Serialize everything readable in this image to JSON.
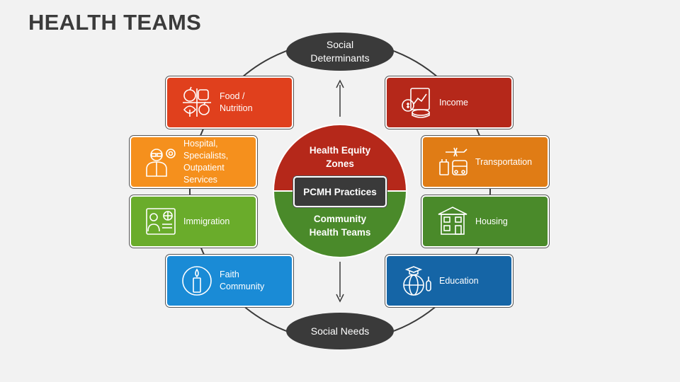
{
  "title": "HEALTH TEAMS",
  "top_oval": "Social\nDeterminants",
  "bottom_oval": "Social Needs",
  "center": {
    "top_label": "Health Equity\nZones",
    "badge": "PCMH Practices",
    "bottom_label": "Community\nHealth Teams",
    "top_color": "#b5281a",
    "bottom_color": "#4a8a2a"
  },
  "left_boxes": [
    {
      "label": "Food /\nNutrition",
      "color": "#e0401d",
      "icon": "food-nutrition-icon"
    },
    {
      "label": "Hospital, Specialists,\nOutpatient Services",
      "color": "#f5901d",
      "icon": "doctor-icon"
    },
    {
      "label": "Immigration",
      "color": "#6aac2b",
      "icon": "immigration-icon"
    },
    {
      "label": "Faith\nCommunity",
      "color": "#1a8bd6",
      "icon": "candle-icon"
    }
  ],
  "right_boxes": [
    {
      "label": "Income",
      "color": "#b5281a",
      "icon": "income-icon"
    },
    {
      "label": "Transportation",
      "color": "#e07c15",
      "icon": "transportation-icon"
    },
    {
      "label": "Housing",
      "color": "#4a8a2a",
      "icon": "house-icon"
    },
    {
      "label": "Education",
      "color": "#1565a6",
      "icon": "education-globe-icon"
    }
  ]
}
